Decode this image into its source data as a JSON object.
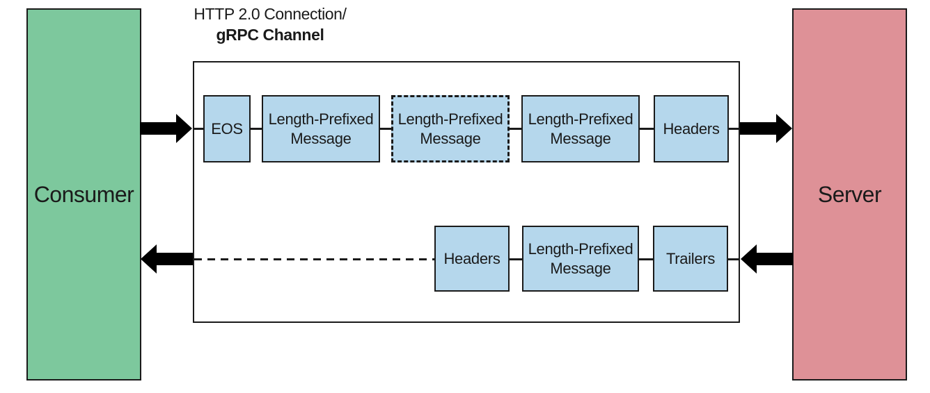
{
  "diagram": {
    "title": {
      "line1": "HTTP 2.0 Connection/",
      "line2": "gRPC Channel"
    },
    "consumer": {
      "label": "Consumer"
    },
    "server": {
      "label": "Server"
    },
    "request_stream": [
      {
        "label": "EOS",
        "border": "solid"
      },
      {
        "label": "Length-Prefixed Message",
        "border": "solid"
      },
      {
        "label": "Length-Prefixed Message",
        "border": "dashed"
      },
      {
        "label": "Length-Prefixed Message",
        "border": "solid"
      },
      {
        "label": "Headers",
        "border": "solid"
      }
    ],
    "response_stream": [
      {
        "label": "Headers"
      },
      {
        "label": "Length-Prefixed Message"
      },
      {
        "label": "Trailers"
      }
    ],
    "colors": {
      "consumer_fill": "#7dc89d",
      "server_fill": "#de9197",
      "message_fill": "#b5d7ec",
      "line": "#1a1a1a",
      "background": "#ffffff"
    }
  }
}
